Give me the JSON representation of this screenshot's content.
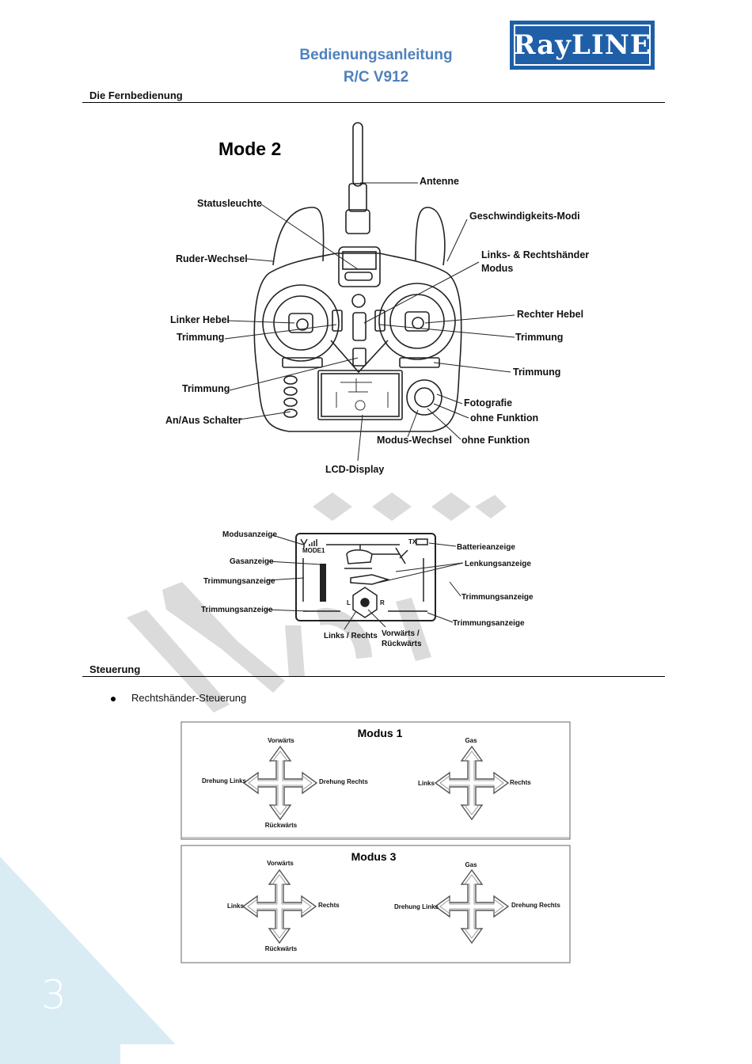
{
  "header": {
    "title_line1": "Bedienungsanleitung",
    "title_line2": "R/C V912",
    "logo_text": "RayLINE"
  },
  "sections": {
    "remote": "Die Fernbedienung",
    "control": "Steuerung"
  },
  "remote_diagram": {
    "mode_title": "Mode 2",
    "labels": {
      "antenne": "Antenne",
      "statusleuchte": "Statusleuchte",
      "geschwindigkeits_modi": "Geschwindigkeits-Modi",
      "ruder_wechsel": "Ruder-Wechsel",
      "links_rechts_line1": "Links- & Rechtshänder",
      "links_rechts_line2": "Modus",
      "linker_hebel": "Linker Hebel",
      "rechter_hebel": "Rechter Hebel",
      "trimmung_left1": "Trimmung",
      "trimmung_right1": "Trimmung",
      "trimmung_right2": "Trimmung",
      "trimmung_left2": "Trimmung",
      "fotografie": "Fotografie",
      "ohne_funktion1": "ohne Funktion",
      "an_aus": "An/Aus Schalter",
      "modus_wechsel": "Modus-Wechsel",
      "ohne_funktion2": "ohne Funktion",
      "lcd_display": "LCD-Display"
    }
  },
  "lcd_diagram": {
    "labels": {
      "modusanzeige": "Modusanzeige",
      "batterieanzeige": "Batterieanzeige",
      "gasanzeige": "Gasanzeige",
      "lenkungsanzeige": "Lenkungsanzeige",
      "trimm_l1": "Trimmungsanzeige",
      "trimm_r1": "Trimmungsanzeige",
      "trimm_l2": "Trimmungsanzeige",
      "trimm_r2": "Trimmungsanzeige",
      "links_rechts": "Links / Rechts",
      "vorwaerts_line1": "Vorwärts /",
      "vorwaerts_line2": "Rückwärts"
    },
    "screen_text": {
      "mode": "MODE1",
      "tx": "TX",
      "l": "L",
      "r": "R"
    }
  },
  "control": {
    "bullet": "Rechtshänder-Steuerung",
    "modes": [
      {
        "title": "Modus 1",
        "left": {
          "up": "Vorwärts",
          "down": "Rückwärts",
          "left": "Drehung Links",
          "right": "Drehung Rechts"
        },
        "right": {
          "up": "Gas",
          "left": "Links",
          "right": "Rechts"
        }
      },
      {
        "title": "Modus 3",
        "left": {
          "up": "Vorwärts",
          "down": "Rückwärts",
          "left": "Links",
          "right": "Rechts"
        },
        "right": {
          "up": "Gas",
          "left": "Drehung Links",
          "right": "Drehung Rechts"
        }
      }
    ]
  },
  "footer": {
    "page_number": "3"
  },
  "colors": {
    "title_blue": "#4f81bd",
    "logo_blue": "#1f5fa8",
    "corner_blue": "#d9ecf4"
  }
}
